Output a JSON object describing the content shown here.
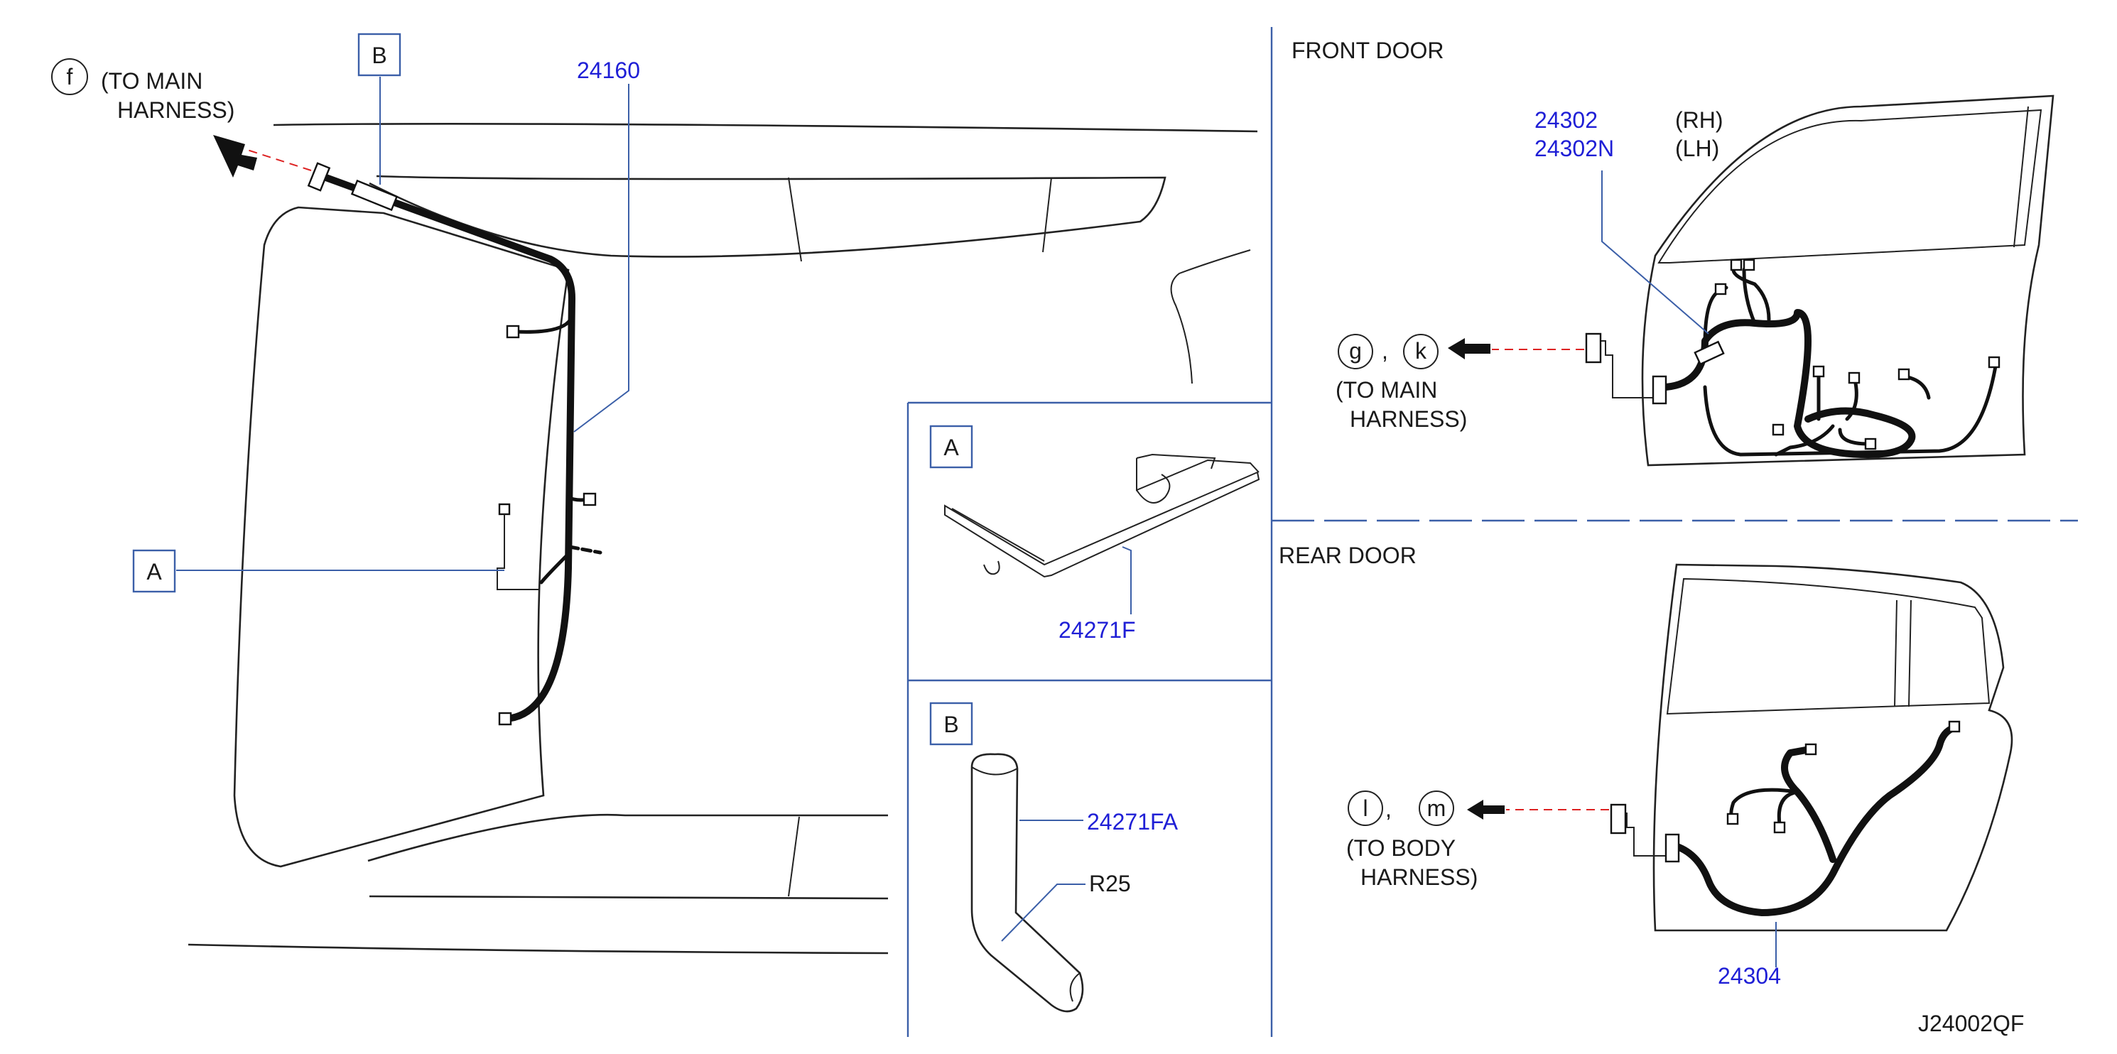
{
  "callouts": {
    "f": "f",
    "g": "g",
    "k": "k",
    "l": "l",
    "m": "m",
    "comma1": ",",
    "comma2": ","
  },
  "labels": {
    "to_main_1": "(TO  MAIN",
    "harness_1": "HARNESS)",
    "to_main_2": "(TO  MAIN",
    "harness_2": "HARNESS)",
    "to_body": "(TO  BODY",
    "harness_3": "HARNESS)",
    "front_door": "FRONT  DOOR",
    "rear_door": "REAR  DOOR",
    "rh": "(RH)",
    "lh": "(LH)",
    "r25": "R25"
  },
  "boxes": {
    "a_main": "A",
    "b_main": "B",
    "a_detail": "A",
    "b_detail": "B"
  },
  "parts": {
    "p24160": "24160",
    "p24302": "24302",
    "p24302n": "24302N",
    "p24271f": "24271F",
    "p24271fa": "24271FA",
    "p24304": "24304"
  },
  "drawing_code": "J24002QF",
  "colors": {
    "part_number": "#1f1fd6",
    "leader": "#3b5fa8",
    "mating_line": "#dd2222",
    "line_art": "#111111"
  }
}
